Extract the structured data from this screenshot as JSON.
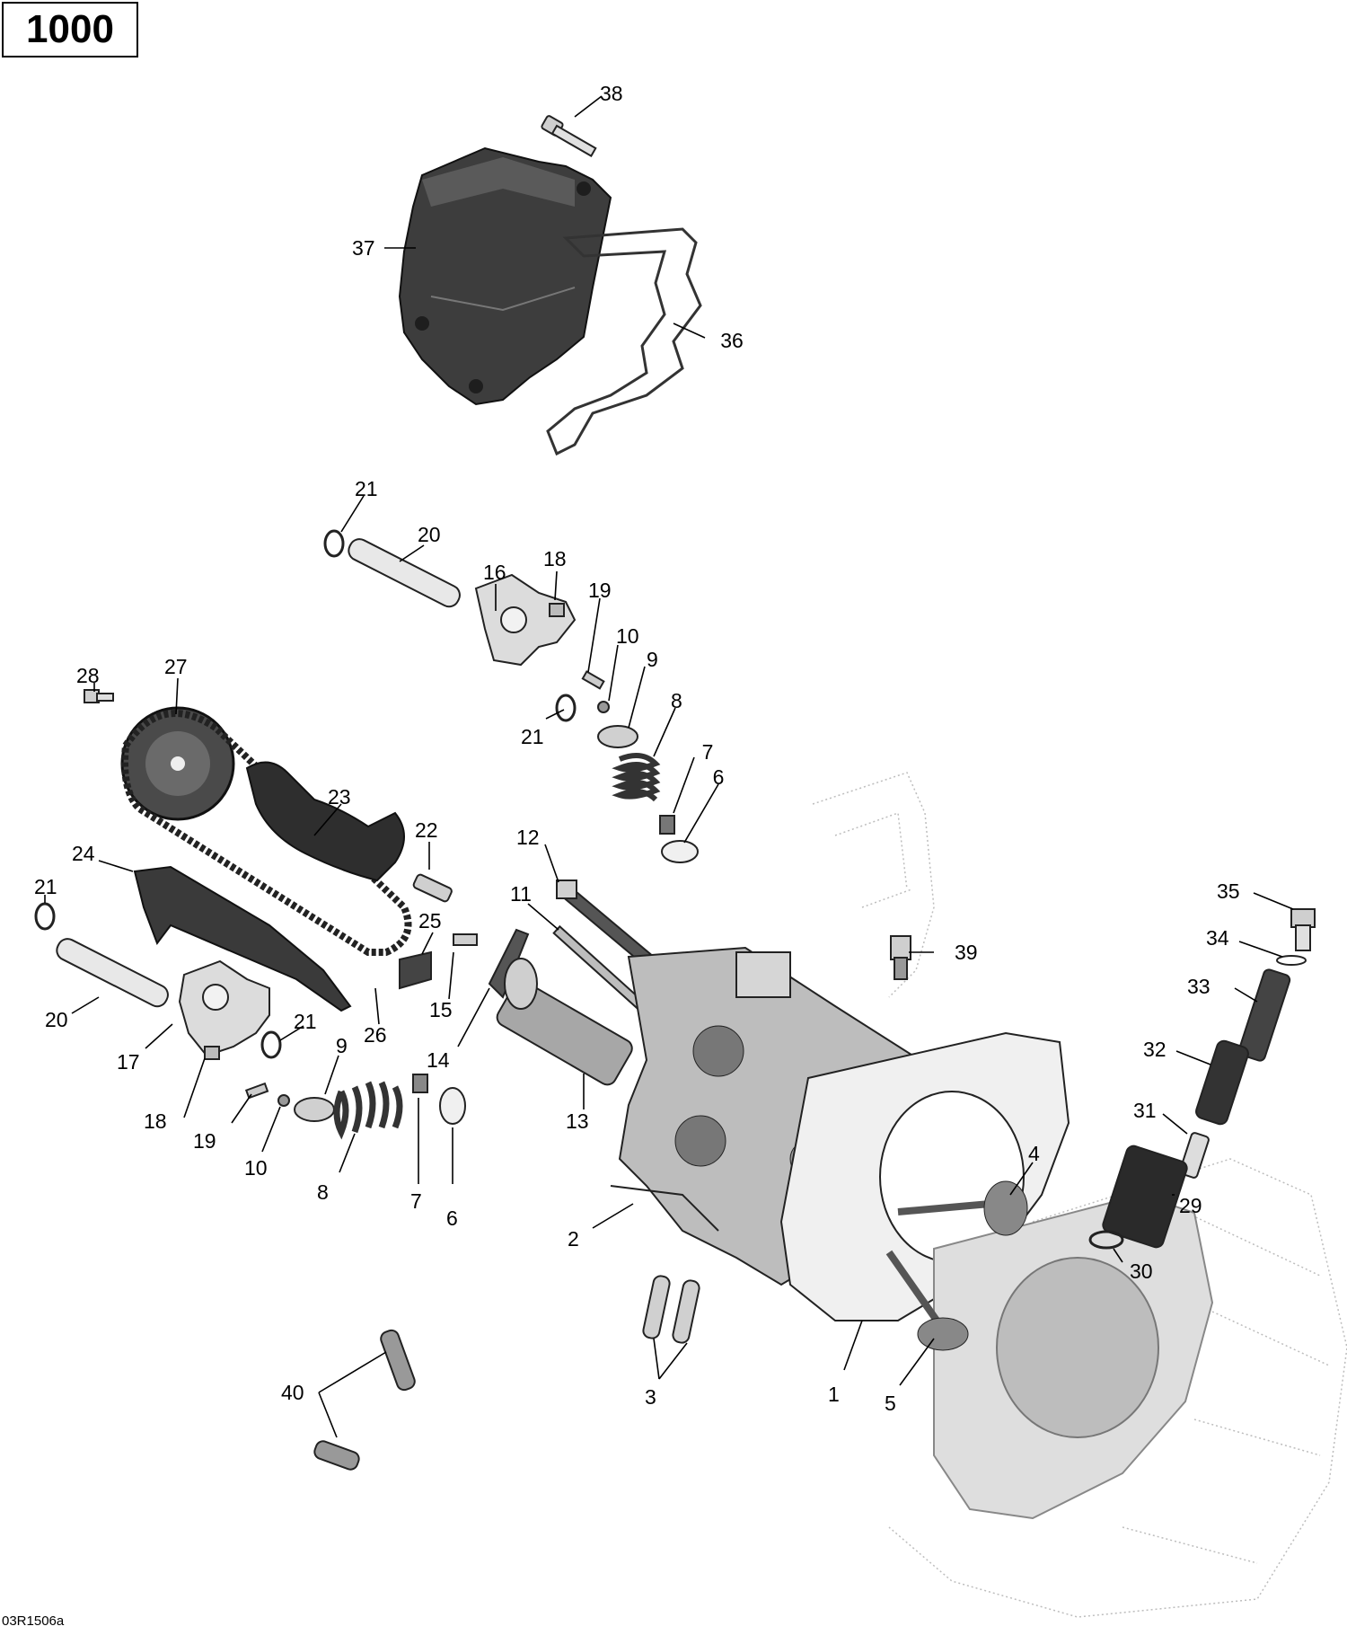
{
  "header": {
    "model_label": "1000"
  },
  "footer": {
    "drawing_code": "03R1506a"
  },
  "callouts": [
    {
      "label": "38"
    },
    {
      "label": "37"
    },
    {
      "label": "36"
    },
    {
      "label": "21"
    },
    {
      "label": "20"
    },
    {
      "label": "16"
    },
    {
      "label": "18"
    },
    {
      "label": "19"
    },
    {
      "label": "10"
    },
    {
      "label": "9"
    },
    {
      "label": "21"
    },
    {
      "label": "8"
    },
    {
      "label": "7"
    },
    {
      "label": "6"
    },
    {
      "label": "28"
    },
    {
      "label": "27"
    },
    {
      "label": "23"
    },
    {
      "label": "22"
    },
    {
      "label": "24"
    },
    {
      "label": "12"
    },
    {
      "label": "21"
    },
    {
      "label": "11"
    },
    {
      "label": "25"
    },
    {
      "label": "35"
    },
    {
      "label": "39"
    },
    {
      "label": "34"
    },
    {
      "label": "33"
    },
    {
      "label": "20"
    },
    {
      "label": "26"
    },
    {
      "label": "15"
    },
    {
      "label": "21"
    },
    {
      "label": "32"
    },
    {
      "label": "17"
    },
    {
      "label": "14"
    },
    {
      "label": "9"
    },
    {
      "label": "13"
    },
    {
      "label": "31"
    },
    {
      "label": "18"
    },
    {
      "label": "19"
    },
    {
      "label": "10"
    },
    {
      "label": "4"
    },
    {
      "label": "8"
    },
    {
      "label": "7"
    },
    {
      "label": "29"
    },
    {
      "label": "6"
    },
    {
      "label": "2"
    },
    {
      "label": "30"
    },
    {
      "label": "3"
    },
    {
      "label": "1"
    },
    {
      "label": "5"
    },
    {
      "label": "40"
    }
  ]
}
